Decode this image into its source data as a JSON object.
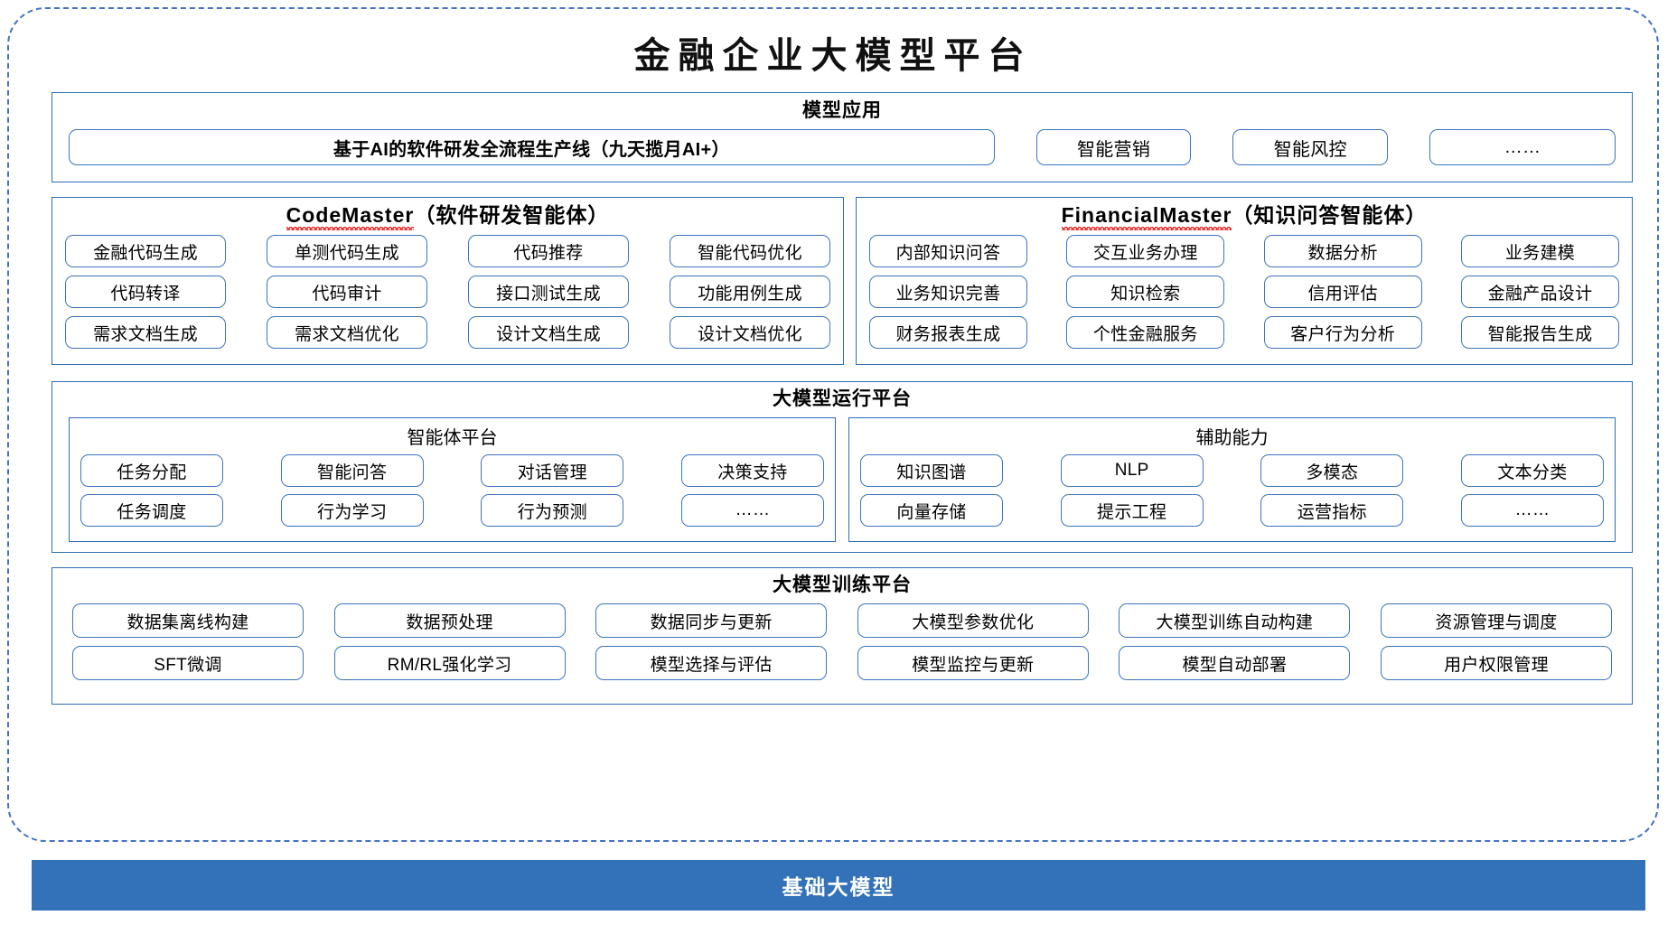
{
  "title": "金融企业大模型平台",
  "sections": {
    "apps": {
      "title": "模型应用",
      "main_pill": "基于AI的软件研发全流程生产线（九天揽月AI+）",
      "items": [
        "智能营销",
        "智能风控",
        "……"
      ]
    },
    "codemaster": {
      "name": "CodeMaster",
      "suffix": "（软件研发智能体）",
      "rows": [
        [
          "金融代码生成",
          "单测代码生成",
          "代码推荐",
          "智能代码优化"
        ],
        [
          "代码转译",
          "代码审计",
          "接口测试生成",
          "功能用例生成"
        ],
        [
          "需求文档生成",
          "需求文档优化",
          "设计文档生成",
          "设计文档优化"
        ]
      ]
    },
    "financialmaster": {
      "name": "FinancialMaster",
      "suffix": "（知识问答智能体）",
      "rows": [
        [
          "内部知识问答",
          "交互业务办理",
          "数据分析",
          "业务建模"
        ],
        [
          "业务知识完善",
          "知识检索",
          "信用评估",
          "金融产品设计"
        ],
        [
          "财务报表生成",
          "个性金融服务",
          "客户行为分析",
          "智能报告生成"
        ]
      ]
    },
    "runtime": {
      "title": "大模型运行平台",
      "agent_platform": {
        "title": "智能体平台",
        "rows": [
          [
            "任务分配",
            "智能问答",
            "对话管理",
            "决策支持"
          ],
          [
            "任务调度",
            "行为学习",
            "行为预测",
            "……"
          ]
        ]
      },
      "aux_capability": {
        "title": "辅助能力",
        "rows": [
          [
            "知识图谱",
            "NLP",
            "多模态",
            "文本分类"
          ],
          [
            "向量存储",
            "提示工程",
            "运营指标",
            "……"
          ]
        ]
      }
    },
    "training": {
      "title": "大模型训练平台",
      "rows": [
        [
          "数据集离线构建",
          "数据预处理",
          "数据同步与更新",
          "大模型参数优化",
          "大模型训练自动构建",
          "资源管理与调度"
        ],
        [
          "SFT微调",
          "RM/RL强化学习",
          "模型选择与评估",
          "模型监控与更新",
          "模型自动部署",
          "用户权限管理"
        ]
      ]
    },
    "foundation": {
      "label": "基础大模型"
    }
  },
  "colors": {
    "frame_border": "#4472C4",
    "section_border": "#2E6DB4",
    "pill_border": "#3C74BE",
    "foundation_bar": "#3372B8",
    "spellcheck_underline": "#EE2222"
  }
}
